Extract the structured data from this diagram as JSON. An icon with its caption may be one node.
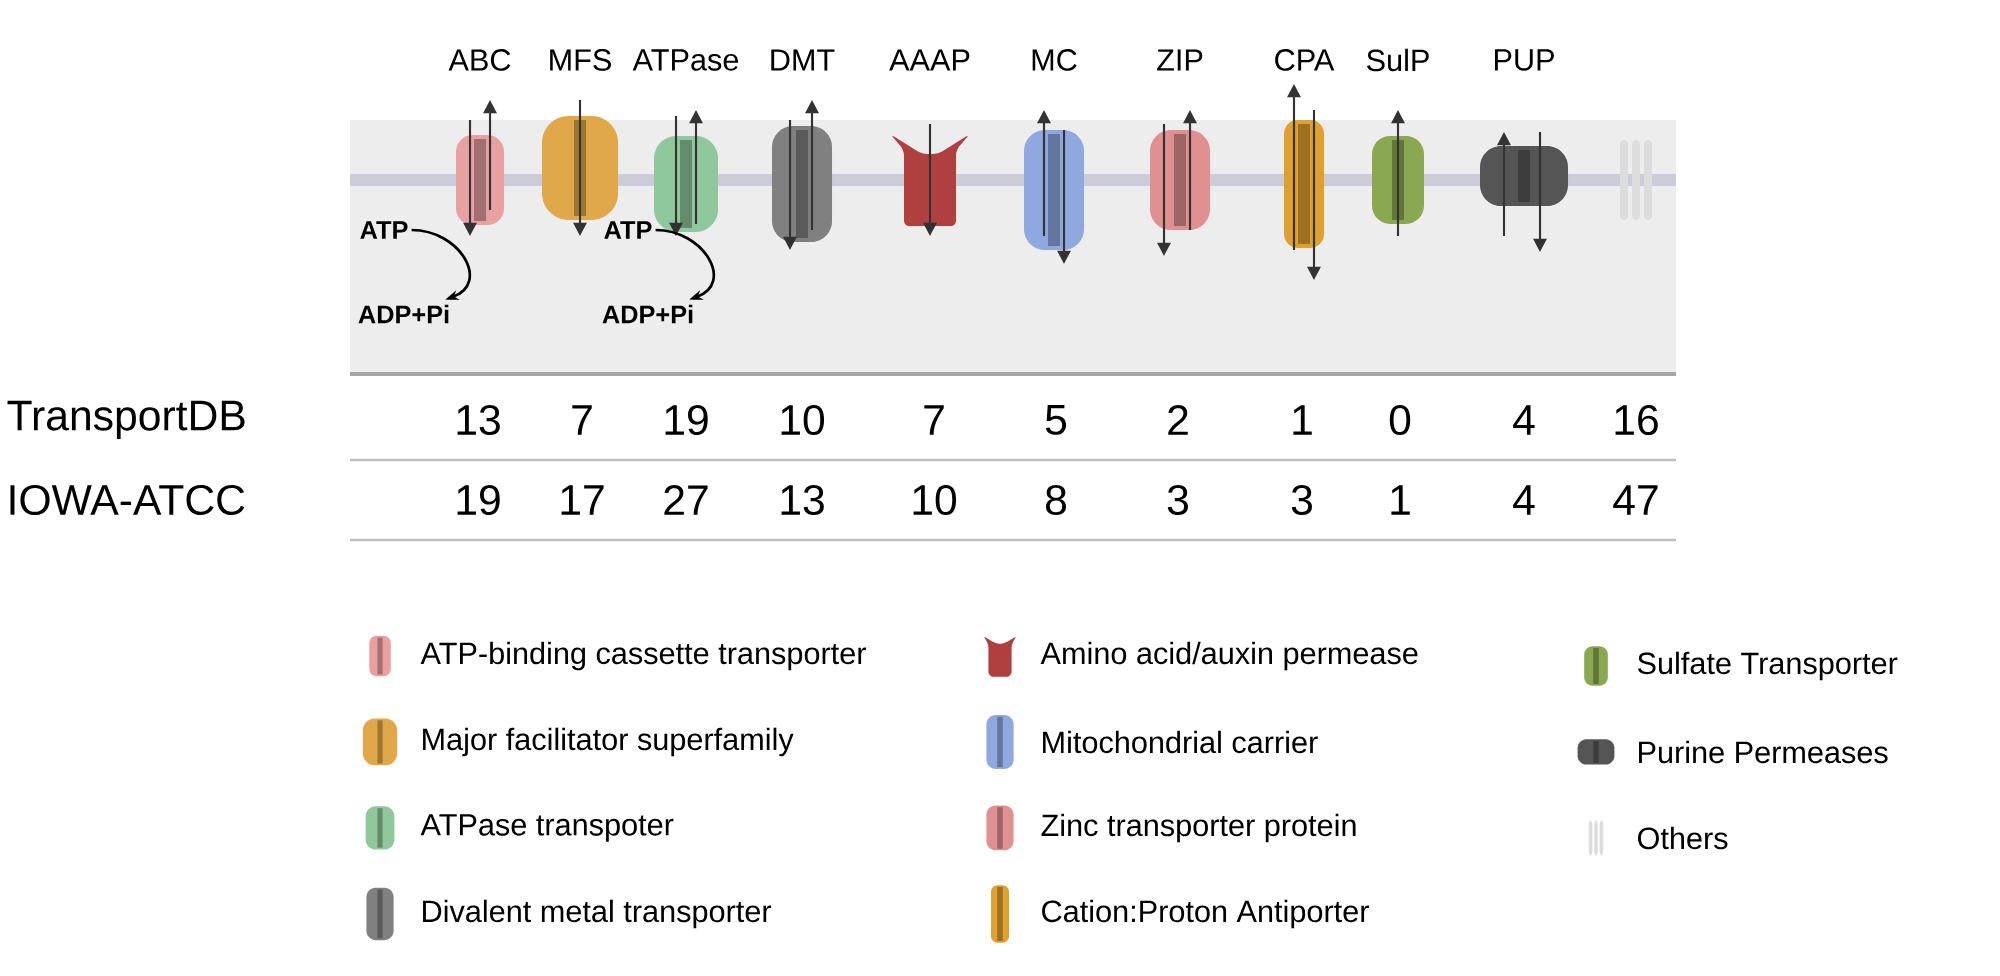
{
  "diagram": {
    "nodes": [
      {
        "text": [
          "ATP"
        ]
      },
      {
        "text": [
          "ADP+Pi"
        ]
      },
      {
        "text": [
          "ATP"
        ]
      },
      {
        "text": [
          "ADP+Pi"
        ]
      }
    ],
    "edges": [
      {
        "from": 0,
        "to": 1,
        "arrow": "to"
      },
      {
        "from": 2,
        "to": 3,
        "arrow": "to"
      }
    ],
    "labels": [
      "ABC",
      "MFS",
      "ATPase",
      "DMT",
      "AAAP",
      "MC",
      "ZIP",
      "CPA",
      "SulP",
      "PUP",
      "TransportDB",
      "13",
      "7",
      "19",
      "10",
      "7",
      "5",
      "2",
      "1",
      "0",
      "4",
      "16",
      "IOWA-ATCC",
      "19",
      "17",
      "27",
      "13",
      "10",
      "8",
      "3",
      "3",
      "1",
      "4",
      "47"
    ],
    "legend": [
      {
        "text": "ATP-binding cassette transporter"
      },
      {
        "text": "Major facilitator superfamily"
      },
      {
        "text": "ATPase transpoter"
      },
      {
        "text": "Divalent metal transporter"
      },
      {
        "text": "Amino acid/auxin permease"
      },
      {
        "text": "Mitochondrial carrier"
      },
      {
        "text": "Zinc transporter protein"
      },
      {
        "text": "Cation:Proton Antiporter"
      },
      {
        "text": "Sulfate Transporter"
      },
      {
        "text": "Purine Permeases"
      },
      {
        "text": "Others"
      }
    ]
  }
}
